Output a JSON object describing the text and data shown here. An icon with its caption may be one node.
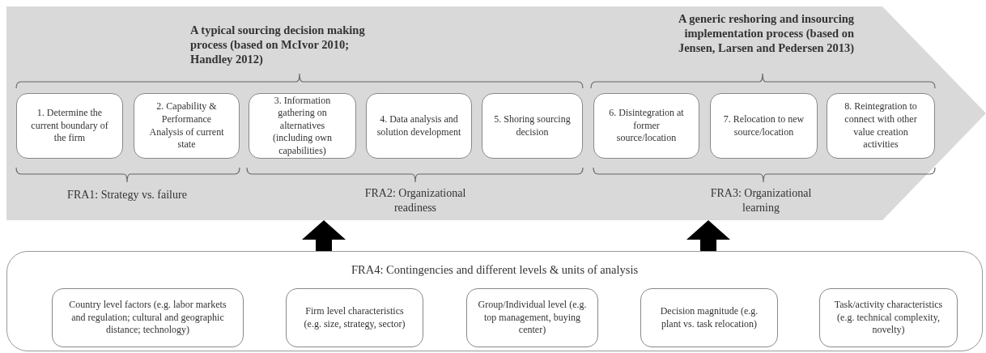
{
  "diagram": {
    "nodes": [
      {
        "text": [
          "A typical sourcing decision making process (based on McIvor 2010; Handley 2012)",
          "A generic reshoring and insourcing implementation process (based on Jensen, Larsen and Pedersen 2013)",
          "FRA1: Strategy vs. failure",
          "FRA2:  Organizational readiness",
          "FRA3: Organizational learning"
        ]
      },
      {
        "text": [
          "1. Determine the current boundary of the firm"
        ],
        "in": 0
      },
      {
        "text": [
          "2. Capability & Performance Analysis of current state"
        ],
        "in": 0
      },
      {
        "text": [
          "3. Information gathering on alternatives (including own capabilities)"
        ],
        "in": 0
      },
      {
        "text": [
          "4. Data analysis and solution development"
        ],
        "in": 0
      },
      {
        "text": [
          "5. Shoring sourcing decision"
        ],
        "in": 0
      },
      {
        "text": [
          "6. Disintegration at former source/location"
        ],
        "in": 0
      },
      {
        "text": [
          "7. Relocation to new source/location"
        ],
        "in": 0
      },
      {
        "text": [
          "8.  Reintegration to connect with other value creation activities"
        ],
        "in": 0
      },
      {
        "text": [
          "FRA4: Contingencies and different levels & units of analysis"
        ]
      },
      {
        "text": [
          "Country level factors (e.g. labor markets and regulation; cultural and geographic distance; technology)"
        ],
        "in": 9
      },
      {
        "text": [
          "Firm level characteristics (e.g. size, strategy, sector)"
        ],
        "in": 9
      },
      {
        "text": [
          "Group/Individual level (e.g. top management, buying center)"
        ],
        "in": 9
      },
      {
        "text": [
          "Decision magnitude (e.g. plant vs. task relocation)"
        ],
        "in": 9
      },
      {
        "text": [
          "Task/activity characteristics (e.g. technical complexity, novelty)"
        ],
        "in": 9
      }
    ],
    "edges": [
      {
        "from": 9,
        "to": 0,
        "arrow": "to"
      },
      {
        "from": 9,
        "to": 0,
        "arrow": "to"
      }
    ]
  }
}
